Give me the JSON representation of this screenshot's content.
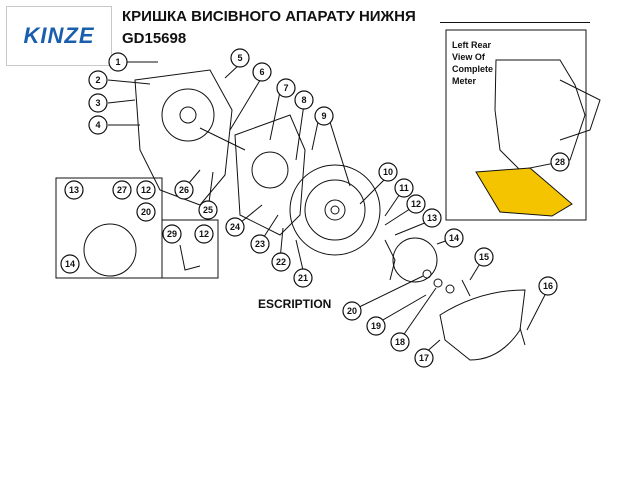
{
  "header": {
    "logo": "KINZE",
    "title": "КРИШКА ВИСІВНОГО АПАРАТУ НИЖНЯ",
    "code": "GD15698"
  },
  "diagram": {
    "inset_label": [
      "Left Rear",
      "View Of",
      "Complete",
      "Meter"
    ],
    "description_label": "ESCRIPTION",
    "callouts": [
      "1",
      "2",
      "3",
      "4",
      "5",
      "6",
      "7",
      "8",
      "9",
      "10",
      "11",
      "12",
      "13",
      "14",
      "15",
      "16",
      "17",
      "18",
      "19",
      "20",
      "21",
      "22",
      "23",
      "24",
      "25",
      "26",
      "27",
      "28",
      "29"
    ],
    "colors": {
      "line": "#111111",
      "highlight": "#f5c400"
    }
  }
}
